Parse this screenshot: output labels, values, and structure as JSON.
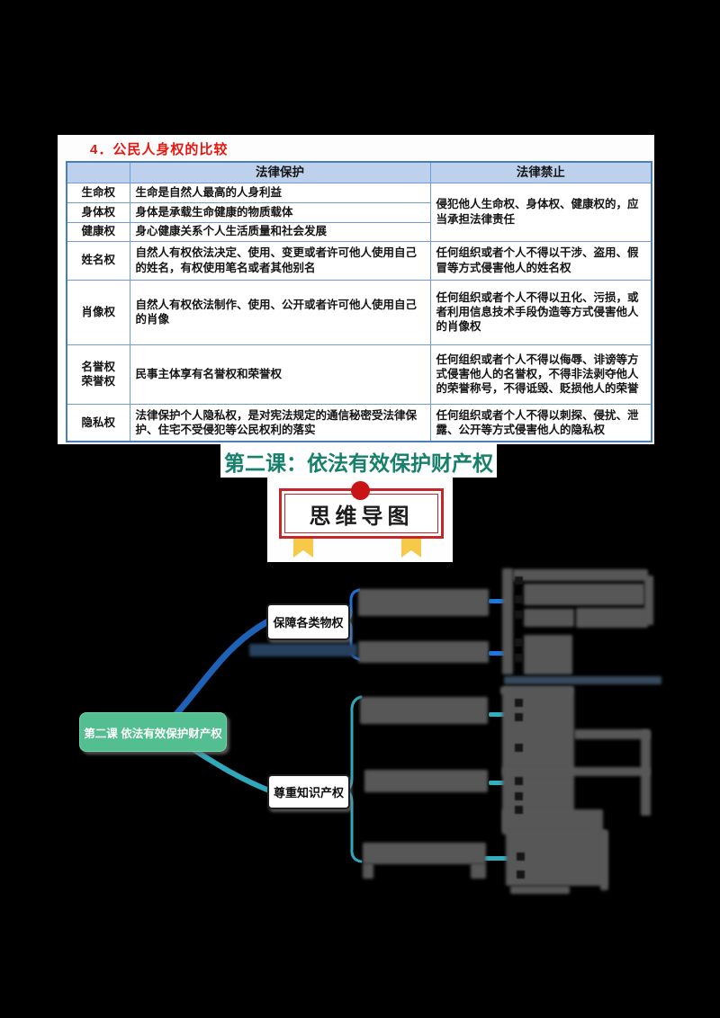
{
  "document": {
    "section_title": "4．公民人身权的比较",
    "table": {
      "headers": {
        "col1": "",
        "protection": "法律保护",
        "prohibition": "法律禁止"
      },
      "merged_prohibition": "侵犯他人生命权、身体权、健康权的，应当承担法律责任",
      "rows": [
        {
          "label": "生命权",
          "protection": "生命是自然人最高的人身利益"
        },
        {
          "label": "身体权",
          "protection": "身体是承载生命健康的物质载体"
        },
        {
          "label": "健康权",
          "protection": "身心健康关系个人生活质量和社会发展"
        },
        {
          "label": "姓名权",
          "protection": "自然人有权依法决定、使用、变更或者许可他人使用自己的姓名，有权使用笔名或者其他别名",
          "prohibition": "任何组织或者个人不得以干涉、盗用、假冒等方式侵害他人的姓名权"
        },
        {
          "label": "肖像权",
          "protection": "自然人有权依法制作、使用、公开或者许可他人使用自己的肖像",
          "prohibition": "任何组织或者个人不得以丑化、污损，或者利用信息技术手段伪造等方式侵害他人的肖像权"
        },
        {
          "label": "名誉权\n荣誉权",
          "protection": "民事主体享有名誉权和荣誉权",
          "prohibition": "任何组织或者个人不得以侮辱、诽谤等方式侵害他人的名誉权，不得非法剥夺他人的荣誉称号，不得诋毁、贬损他人的荣誉"
        },
        {
          "label": "隐私权",
          "protection": "法律保护个人隐私权，是对宪法规定的通信秘密受法律保护、住宅不受侵犯等公民权利的落实",
          "prohibition": "任何组织或者个人不得以刺探、侵扰、泄露、公开等方式侵害他人的隐私权"
        }
      ]
    }
  },
  "lesson": {
    "title": "第二课：依法有效保护财产权"
  },
  "banner": {
    "label": "思维导图"
  },
  "mindmap": {
    "root": {
      "label": "第二课 依法有效保护财产权"
    },
    "branches": [
      {
        "label": "保障各类物权"
      },
      {
        "label": "尊重知识产权"
      }
    ],
    "note": "分支右侧内容为模糊不可辨认的文本块"
  },
  "colors": {
    "page_background": "#000000",
    "table_border": "#4a7ebb",
    "table_header_fill": "#bdd1ec",
    "section_title_red": "#e8150d",
    "lesson_title_green": "#17806b",
    "badge_red": "#c3272b",
    "ribbon_yellow": "#f7c948",
    "root_node_green": "#53be90",
    "branch_line_blue": "#1e62b8",
    "branch_line_teal": "#2fa8bc"
  }
}
